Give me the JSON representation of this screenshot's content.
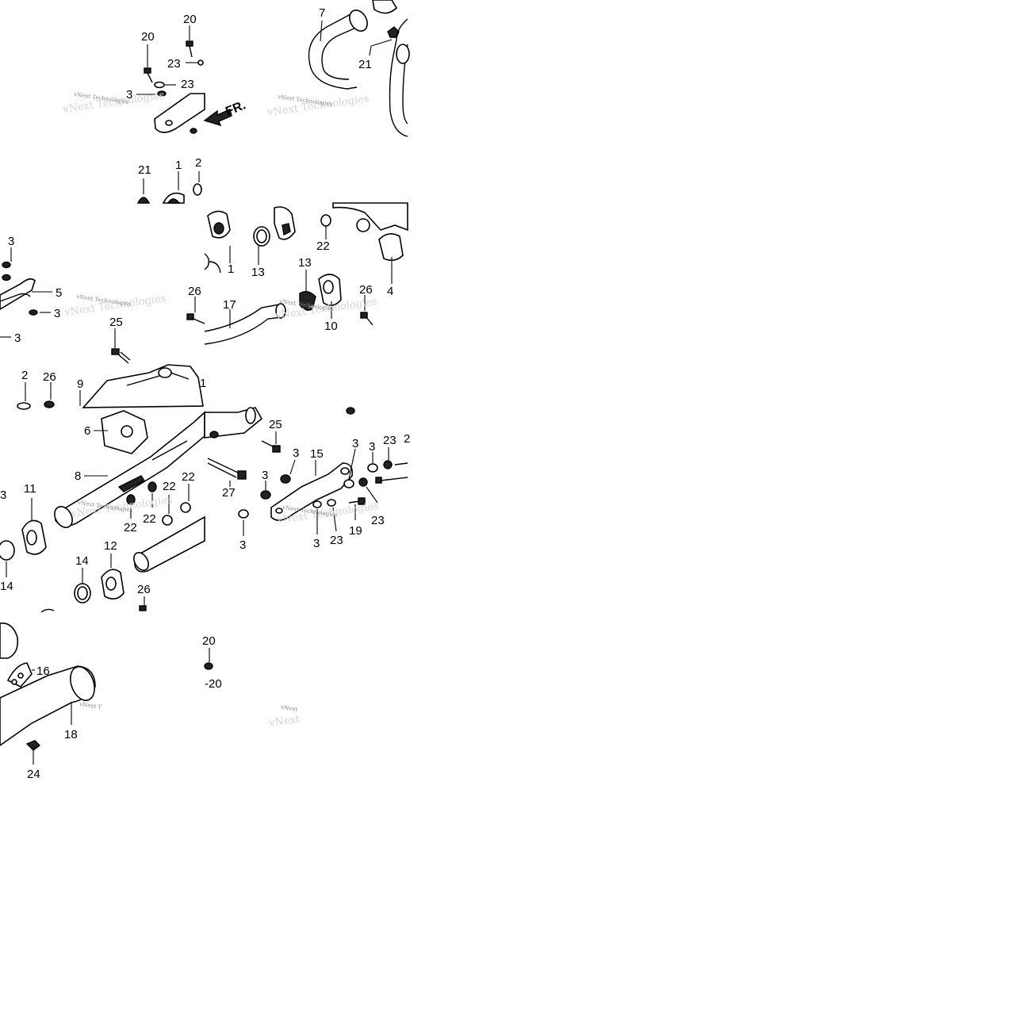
{
  "watermark": {
    "text": "vNext Technologies",
    "text_cut": "vNext T",
    "text_cut_short": "vNext"
  },
  "direction_label": "FR.",
  "callouts": {
    "c20a": "20",
    "c20b": "20",
    "c23a": "23",
    "c23b": "23",
    "c3a": "3",
    "c7": "7",
    "c21a": "21",
    "c21b": "21",
    "c1a": "1",
    "c2a": "2",
    "c3b": "3",
    "c5": "5",
    "c3c": "3",
    "c3d": "3",
    "c25a": "25",
    "c2b": "2",
    "c26a": "26",
    "c9": "9",
    "c1b": "1",
    "c22a": "22",
    "c1c": "1",
    "c13a": "13",
    "c13b": "13",
    "c4": "4",
    "c26b": "26",
    "c17": "17",
    "c10": "10",
    "c26c": "26",
    "c6": "6",
    "c8": "8",
    "c11": "11",
    "c14a": "14",
    "c22b": "22",
    "c22c": "22",
    "c22d": "22",
    "c22e": "22",
    "c12": "12",
    "c14b": "14",
    "c26d": "26",
    "c25b": "25",
    "c3e": "3",
    "c15": "15",
    "c3f": "3",
    "c3g": "3",
    "c23c": "23",
    "c2c": "2",
    "c3h": "3",
    "c27": "27",
    "c3i": "3",
    "c19": "19",
    "c23d": "23",
    "c3j": "3",
    "c23e": "23",
    "c3k": "3",
    "c16": "16",
    "c18": "18",
    "c24": "24",
    "c20c": "20",
    "c20d": "-20"
  }
}
